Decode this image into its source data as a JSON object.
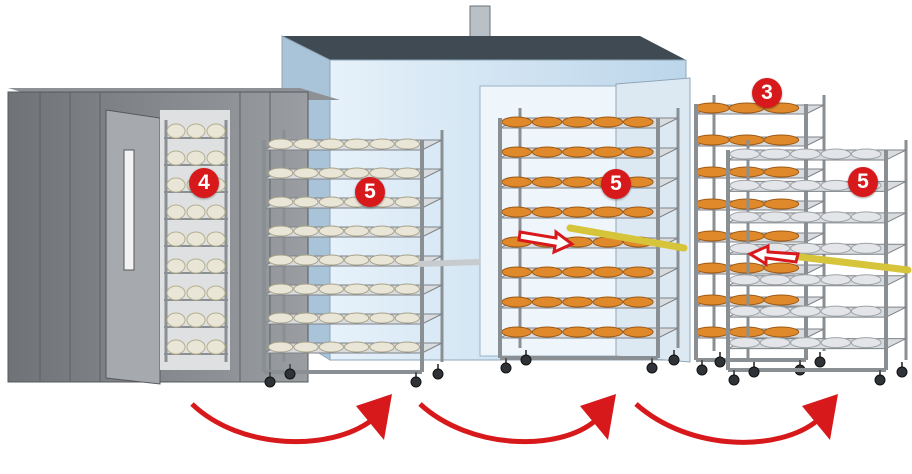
{
  "badges": [
    {
      "id": "badge-proofer",
      "label": "4"
    },
    {
      "id": "badge-rack-raw",
      "label": "5"
    },
    {
      "id": "badge-rack-oven",
      "label": "5"
    },
    {
      "id": "badge-cooling",
      "label": "3"
    },
    {
      "id": "badge-rack-baked",
      "label": "5"
    }
  ],
  "colors": {
    "badge": "#d7191c",
    "flow_arrow": "#d7191c",
    "proofer": "#7f8286",
    "oven_body": "#cfe3f2",
    "oven_top": "#3f4a52",
    "rack_frame": "#8a8f94",
    "dough": "#e9e6d8",
    "bread": "#e0892b",
    "handle": "#d6c43a"
  },
  "icons": [
    "curved-arrow-icon",
    "push-arrow-icon"
  ]
}
